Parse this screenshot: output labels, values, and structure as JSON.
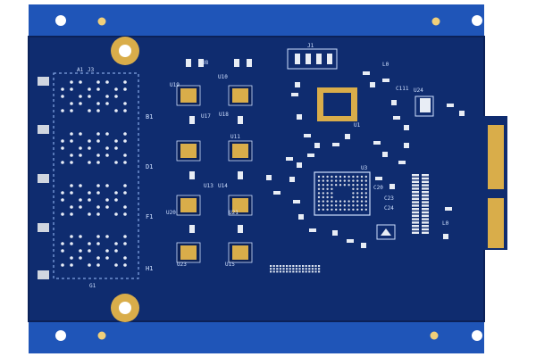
{
  "colors": {
    "background": "#ffffff",
    "board": "#0f2c6f",
    "board_dark": "#0b2158",
    "rail": "#1f55b8",
    "pad_gold": "#d9ad4a",
    "pad_gold_light": "#f0cf7a",
    "silkscreen": "#cfe0ff",
    "copper_trace": "#183a86"
  },
  "silkscreen": {
    "header_j1": "J1",
    "chip_labels_left": [
      "U19",
      "U17",
      "U18",
      "U11",
      "U13",
      "U14",
      "U20",
      "U21",
      "U23",
      "U15"
    ],
    "chip_labels_misc": [
      "U10",
      "U8",
      "U1",
      "U24",
      "U3",
      "L0",
      "C111"
    ],
    "connector_labels": [
      "B1",
      "D1",
      "F1",
      "H1",
      "J3",
      "A1",
      "G1"
    ],
    "passives_right": [
      "C20",
      "C23",
      "C24",
      "L0"
    ]
  },
  "icons": {
    "mounting_hole": "mounting-hole-icon",
    "gold_finger": "edge-connector-icon"
  }
}
